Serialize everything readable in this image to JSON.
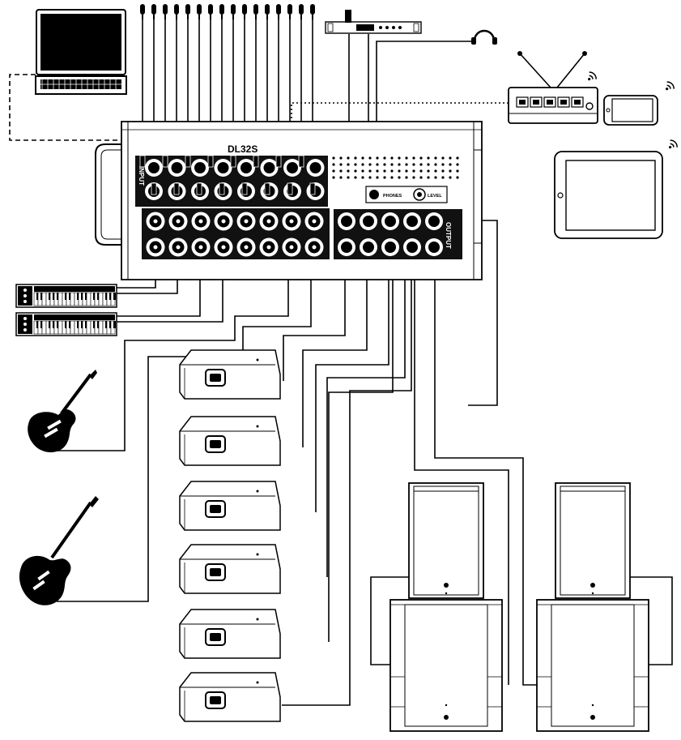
{
  "mixer": {
    "brand_text": "DL32S",
    "input_label": "INPUT",
    "output_label": "OUTPUT",
    "phones_label": "PHONES",
    "level_label": "LEVEL"
  },
  "colors": {
    "line": "#000000",
    "panel": "#111111",
    "background": "#ffffff"
  },
  "icons": [
    "laptop-icon",
    "microphone-icon",
    "rack-processor-icon",
    "headphones-icon",
    "wifi-router-icon",
    "smartphone-icon",
    "tablet-icon",
    "keyboard-icon",
    "electric-guitar-icon",
    "bass-guitar-icon",
    "floor-monitor-icon",
    "main-speaker-icon",
    "subwoofer-icon",
    "wireless-signal-icon"
  ]
}
